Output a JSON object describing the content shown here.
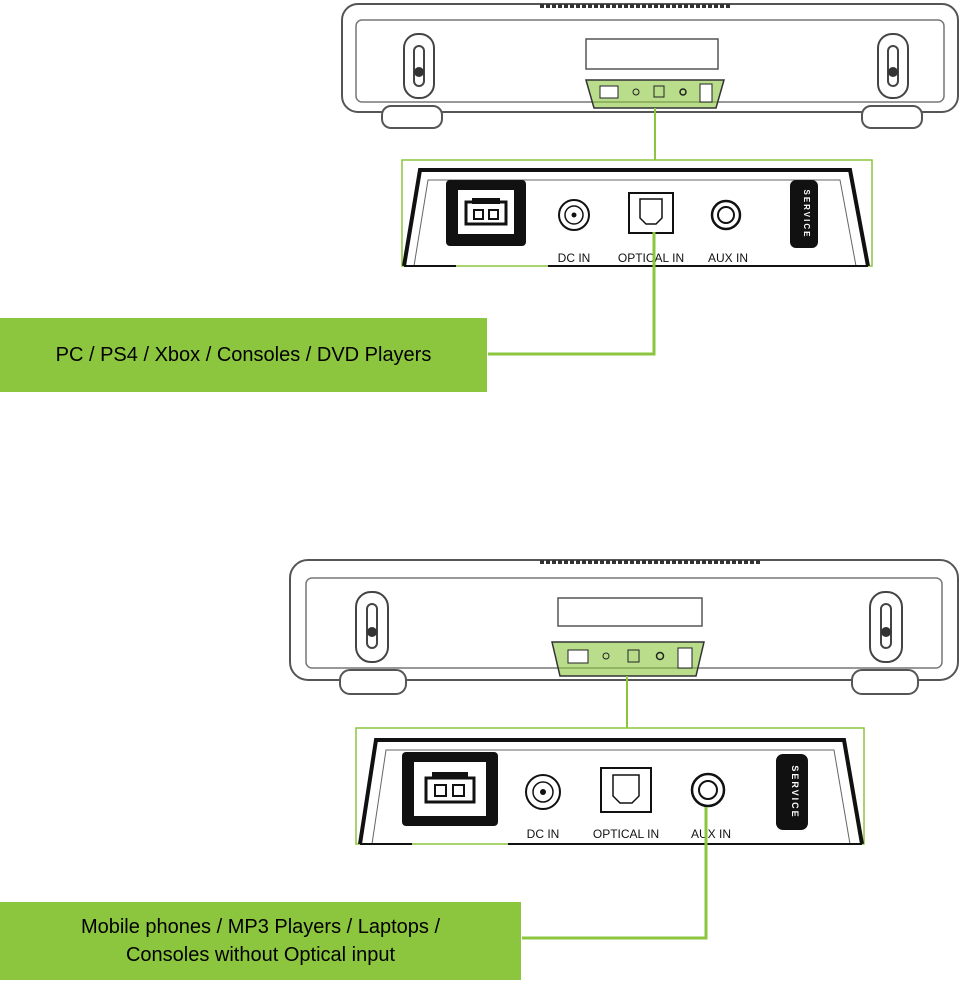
{
  "diagrams": [
    {
      "highlight_port": "optical",
      "labels": {
        "dc_in": "DC IN",
        "optical_in": "OPTICAL IN",
        "aux_in": "AUX IN",
        "service": "SERVICE"
      },
      "callout": {
        "line1": "PC / PS4 / Xbox / Consoles / DVD Players",
        "line2": ""
      }
    },
    {
      "highlight_port": "aux",
      "labels": {
        "dc_in": "DC IN",
        "optical_in": "OPTICAL IN",
        "aux_in": "AUX IN",
        "service": "SERVICE"
      },
      "callout": {
        "line1": "Mobile phones / MP3 Players / Laptops /",
        "line2": "Consoles without Optical input"
      }
    }
  ],
  "colors": {
    "accent_green": "#8cc63f",
    "outline": "#444444",
    "dark": "#1a1a1a"
  }
}
